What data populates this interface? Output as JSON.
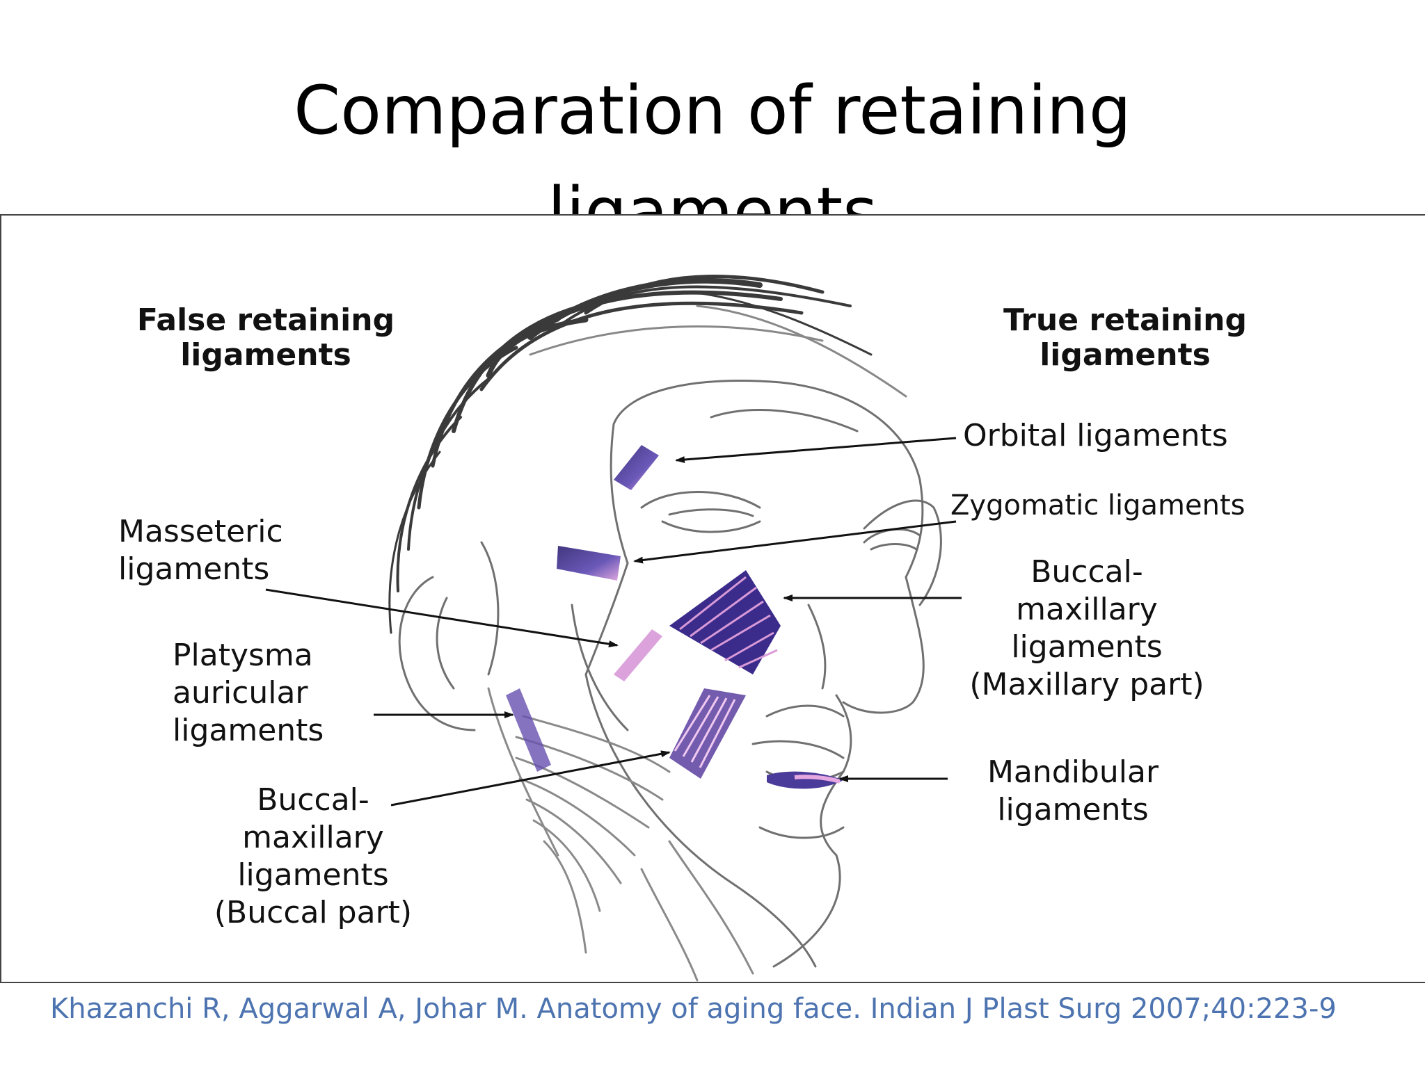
{
  "title": {
    "line1": "Comparation of retaining",
    "line2": "ligaments"
  },
  "figure": {
    "false_header": {
      "line1": "False retaining",
      "line2": "ligaments"
    },
    "true_header": {
      "line1": "True retaining",
      "line2": "ligaments"
    },
    "labels": {
      "masseteric": [
        "Masseteric",
        "ligaments"
      ],
      "platysma_auricular": [
        "Platysma",
        "auricular",
        "ligaments"
      ],
      "buccal_maxillary_buccal": [
        "Buccal-",
        "maxillary",
        "ligaments",
        "(Buccal part)"
      ],
      "orbital": "Orbital ligaments",
      "zygomatic": "Zygomatic ligaments",
      "buccal_maxillary_maxillary": [
        "Buccal-",
        "maxillary",
        "ligaments",
        "(Maxillary part)"
      ],
      "mandibular": [
        "Mandibular",
        "ligaments"
      ]
    },
    "colors": {
      "ligament_dark": "#3a2a8a",
      "ligament_light": "#d890d0",
      "line_art": "#777777"
    }
  },
  "citation": "Khazanchi R, Aggarwal A, Johar M. Anatomy of aging face. Indian J Plast Surg 2007;40:223-9"
}
